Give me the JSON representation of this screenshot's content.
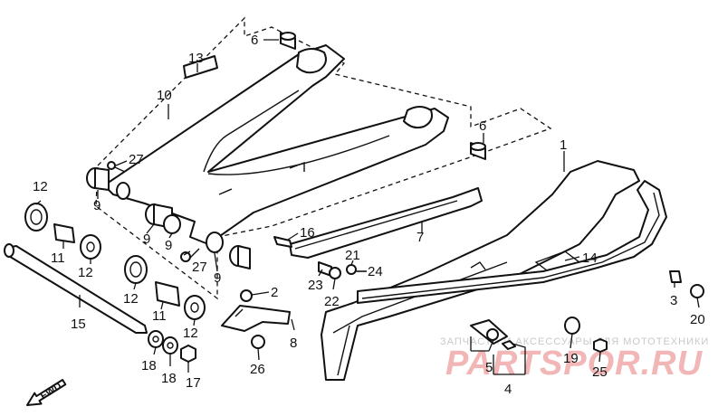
{
  "diagram": {
    "callouts": [
      {
        "id": "c1",
        "text": "1"
      },
      {
        "id": "c2",
        "text": "2"
      },
      {
        "id": "c3",
        "text": "3"
      },
      {
        "id": "c4",
        "text": "4"
      },
      {
        "id": "c5",
        "text": "5"
      },
      {
        "id": "c6a",
        "text": "6"
      },
      {
        "id": "c6b",
        "text": "6"
      },
      {
        "id": "c7",
        "text": "7"
      },
      {
        "id": "c8",
        "text": "8"
      },
      {
        "id": "c9a",
        "text": "9"
      },
      {
        "id": "c9b",
        "text": "9"
      },
      {
        "id": "c9c",
        "text": "9"
      },
      {
        "id": "c9d",
        "text": "9"
      },
      {
        "id": "c10",
        "text": "10"
      },
      {
        "id": "c11a",
        "text": "11"
      },
      {
        "id": "c11b",
        "text": "11"
      },
      {
        "id": "c12a",
        "text": "12"
      },
      {
        "id": "c12b",
        "text": "12"
      },
      {
        "id": "c12c",
        "text": "12"
      },
      {
        "id": "c12d",
        "text": "12"
      },
      {
        "id": "c13",
        "text": "13"
      },
      {
        "id": "c14",
        "text": "14"
      },
      {
        "id": "c15",
        "text": "15"
      },
      {
        "id": "c16",
        "text": "16"
      },
      {
        "id": "c17",
        "text": "17"
      },
      {
        "id": "c18a",
        "text": "18"
      },
      {
        "id": "c18b",
        "text": "18"
      },
      {
        "id": "c19",
        "text": "19"
      },
      {
        "id": "c20",
        "text": "20"
      },
      {
        "id": "c21",
        "text": "21"
      },
      {
        "id": "c22",
        "text": "22"
      },
      {
        "id": "c23",
        "text": "23"
      },
      {
        "id": "c24",
        "text": "24"
      },
      {
        "id": "c25",
        "text": "25"
      },
      {
        "id": "c26",
        "text": "26"
      },
      {
        "id": "c27a",
        "text": "27"
      },
      {
        "id": "c27b",
        "text": "27"
      }
    ],
    "fwd_label": "FWD"
  },
  "watermark": {
    "tagline": "ЗАПЧАСТИ И АКСЕССУАРЫ ДЛЯ МОТОТЕХНИКИ",
    "brand": "PARTSPOR.RU"
  },
  "colors": {
    "ink": "#111111",
    "watermark_brand": "#f2b6b6",
    "watermark_tagline": "#c9c9c9"
  }
}
